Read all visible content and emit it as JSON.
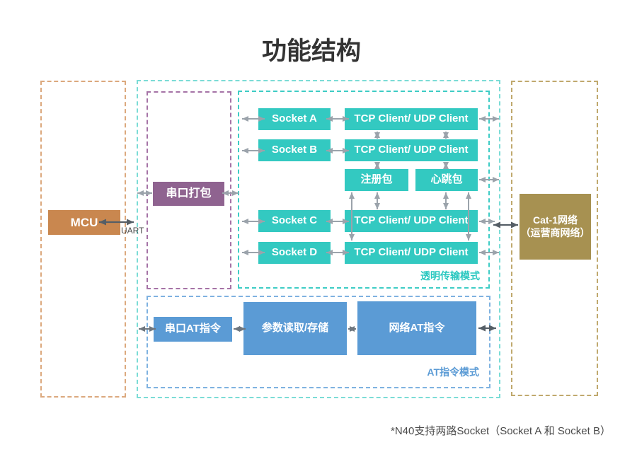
{
  "title": "功能结构",
  "note": "*N40支持两路Socket（Socket A 和 Socket B）",
  "colors": {
    "teal": "#33C9C1",
    "purple": "#8F6390",
    "orange": "#C9874F",
    "khaki": "#A79151",
    "blue": "#5B9BD5",
    "arrow_light": "#9BA3AB",
    "arrow_mid": "#6E767E",
    "arrow_dark": "#555E66",
    "label_teal": "#2BC8C0",
    "label_blue": "#5B9BD5",
    "b_orange": "#DCA97E",
    "b_teal_outer": "#7BDCD6",
    "b_teal_inner": "#3ECCC5",
    "b_purple": "#A573A6",
    "b_blue": "#7FB2E0",
    "b_tan": "#C0A96E"
  },
  "left_group": {
    "mcu": "MCU",
    "uart_label": "UART"
  },
  "serial_pack": "串口打包",
  "transparent_mode": {
    "label": "透明传输模式",
    "sockets": [
      "Socket A",
      "Socket B",
      "Socket C",
      "Socket D"
    ],
    "tcp": "TCP Client/ UDP Client",
    "reg_packet": "注册包",
    "heartbeat_packet": "心跳包"
  },
  "at_mode": {
    "label": "AT指令模式",
    "serial_at": "串口AT指令",
    "param": "参数读取/存储",
    "net_at": "网络AT指令"
  },
  "network": {
    "line1": "Cat-1网络",
    "line2": "（运营商网络）"
  }
}
